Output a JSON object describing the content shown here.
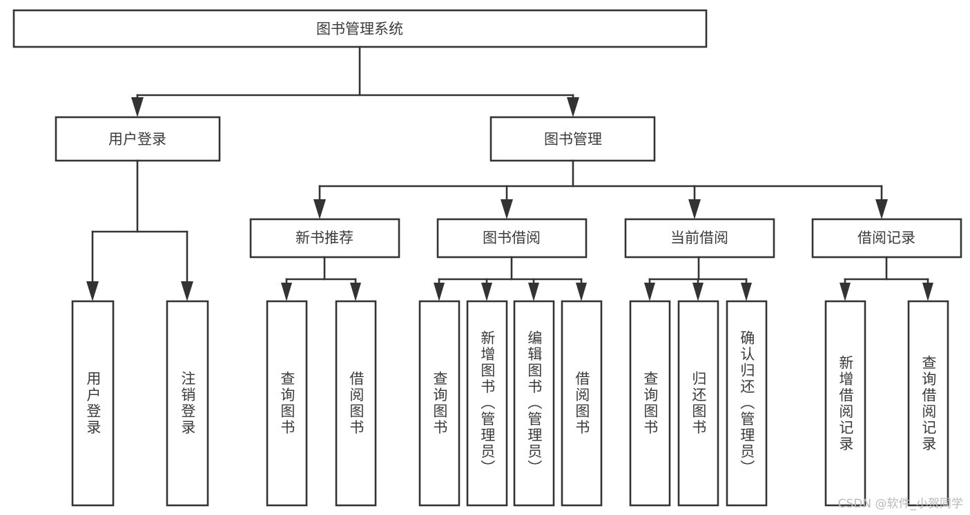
{
  "diagram": {
    "title": "图书管理系统",
    "type": "tree-hierarchy",
    "watermark": "CSDN @软件_小贺同学",
    "root": {
      "label": "图书管理系统"
    },
    "level2": [
      {
        "label": "用户登录"
      },
      {
        "label": "图书管理"
      }
    ],
    "level3": [
      {
        "label": "新书推荐"
      },
      {
        "label": "图书借阅"
      },
      {
        "label": "当前借阅"
      },
      {
        "label": "借阅记录"
      }
    ],
    "leaves": {
      "user_login": [
        {
          "label": "用户登录"
        },
        {
          "label": "注销登录"
        }
      ],
      "new_book_recommend": [
        {
          "label": "查询图书"
        },
        {
          "label": "借阅图书"
        }
      ],
      "book_borrow": [
        {
          "label": "查询图书"
        },
        {
          "label": "新增图书（管理员）"
        },
        {
          "label": "编辑图书（管理员）"
        },
        {
          "label": "借阅图书"
        }
      ],
      "current_borrow": [
        {
          "label": "查询图书"
        },
        {
          "label": "归还图书"
        },
        {
          "label": "确认归还（管理员）"
        }
      ],
      "borrow_records": [
        {
          "label": "新增借阅记录"
        },
        {
          "label": "查询借阅记录"
        }
      ]
    },
    "colors": {
      "stroke": "#333333",
      "fill": "#ffffff",
      "text": "#3a3a3a",
      "watermark": "#b9b9b9"
    }
  }
}
